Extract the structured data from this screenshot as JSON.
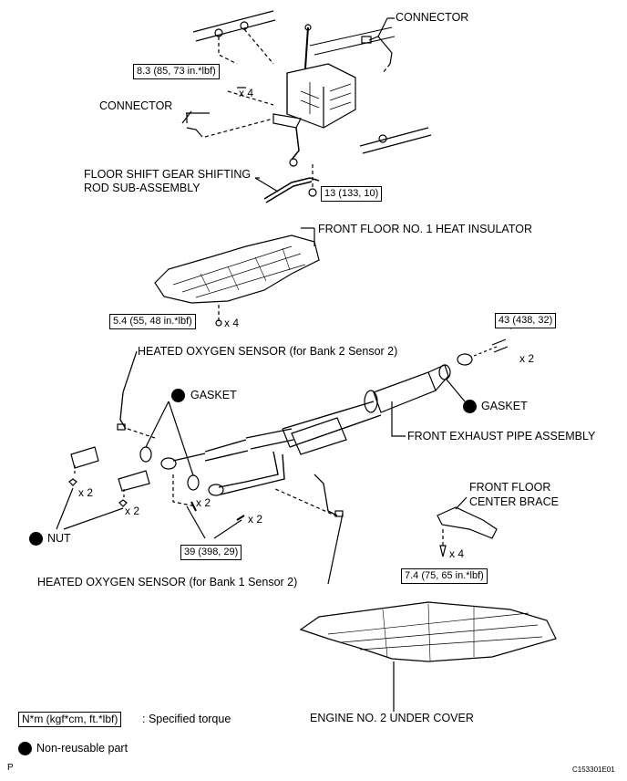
{
  "labels": {
    "connector_top": "CONNECTOR",
    "connector_left": "CONNECTOR",
    "shift_rod_line1": "FLOOR SHIFT GEAR SHIFTING",
    "shift_rod_line2": "ROD SUB-ASSEMBLY",
    "heat_insulator": "FRONT FLOOR NO. 1 HEAT INSULATOR",
    "oxygen_bank2": "HEATED OXYGEN SENSOR (for Bank 2 Sensor 2)",
    "gasket_left": "GASKET",
    "gasket_right": "GASKET",
    "front_exhaust": "FRONT EXHAUST PIPE ASSEMBLY",
    "nut": "NUT",
    "center_brace_line1": "FRONT FLOOR",
    "center_brace_line2": "CENTER BRACE",
    "oxygen_bank1": "HEATED OXYGEN SENSOR (for Bank 1 Sensor 2)",
    "under_cover": "ENGINE NO. 2 UNDER COVER"
  },
  "torques": {
    "t1": "8.3 (85, 73 in.*lbf)",
    "t2": "13 (133, 10)",
    "t3": "5.4 (55, 48 in.*lbf)",
    "t4": "43 (438, 32)",
    "t5": "39 (398, 29)",
    "t6": "7.4 (75, 65 in.*lbf)"
  },
  "quantities": {
    "q_shift_bolts": "x 4",
    "q_insulator": "x 4",
    "q_flange_right": "x 2",
    "q_nut_a": "x 2",
    "q_nut_b": "x 2",
    "q_center_a": "x 2",
    "q_center_b": "x 2",
    "q_brace": "x 4"
  },
  "legend": {
    "torque_box": "N*m (kgf*cm, ft.*lbf)",
    "torque_text": ": Specified torque",
    "nonreusable": "Non-reusable part"
  },
  "footer": {
    "left_code": "P",
    "right_code": "C153301E01"
  }
}
